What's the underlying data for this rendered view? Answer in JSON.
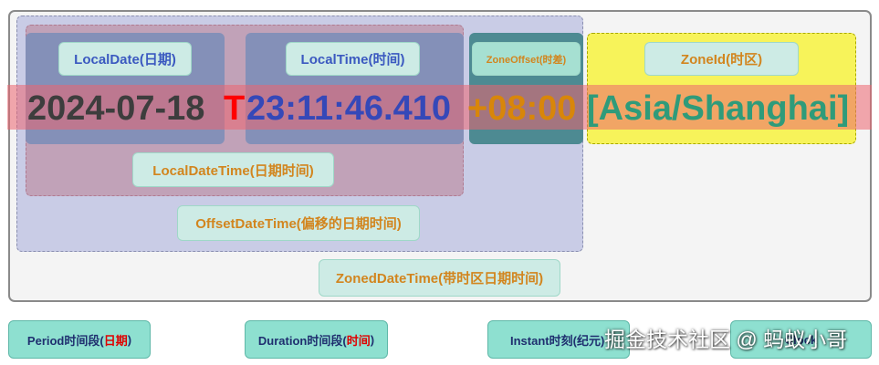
{
  "regions": {
    "local_date": "LocalDate(日期)",
    "local_time": "LocalTime(时间)",
    "zone_offset": "ZoneOffset(时差)",
    "zone_id": "ZoneId(时区)",
    "local_date_time": "LocalDateTime(日期时间)",
    "offset_date_time": "OffsetDateTime(偏移的日期时间)",
    "zoned_date_time": "ZonedDateTime(带时区日期时间)"
  },
  "timestamp": {
    "date": "2024-07-18",
    "separator": "T",
    "time": "23:11:46.410",
    "offset": "+08:00",
    "zone": "[Asia/Shanghai]"
  },
  "types": {
    "period_prefix": "Period时间段(",
    "period_highlight": "日期",
    "period_suffix": ")",
    "duration_prefix": "Duration时间段(",
    "duration_highlight": "时间",
    "duration_suffix": ")",
    "instant": "Instant时刻(纪元)",
    "clock": "Clock"
  },
  "watermark": "掘金技术社区 @ 蚂蚁小哥",
  "colors": {
    "date_text": "#3d3d3d",
    "separator_text": "#ff0000",
    "time_text": "#3548b8",
    "offset_text": "#d8860a",
    "zone_text": "#2f9b7a",
    "strip": "#ec6470",
    "button_bg": "#8ee0d0"
  }
}
